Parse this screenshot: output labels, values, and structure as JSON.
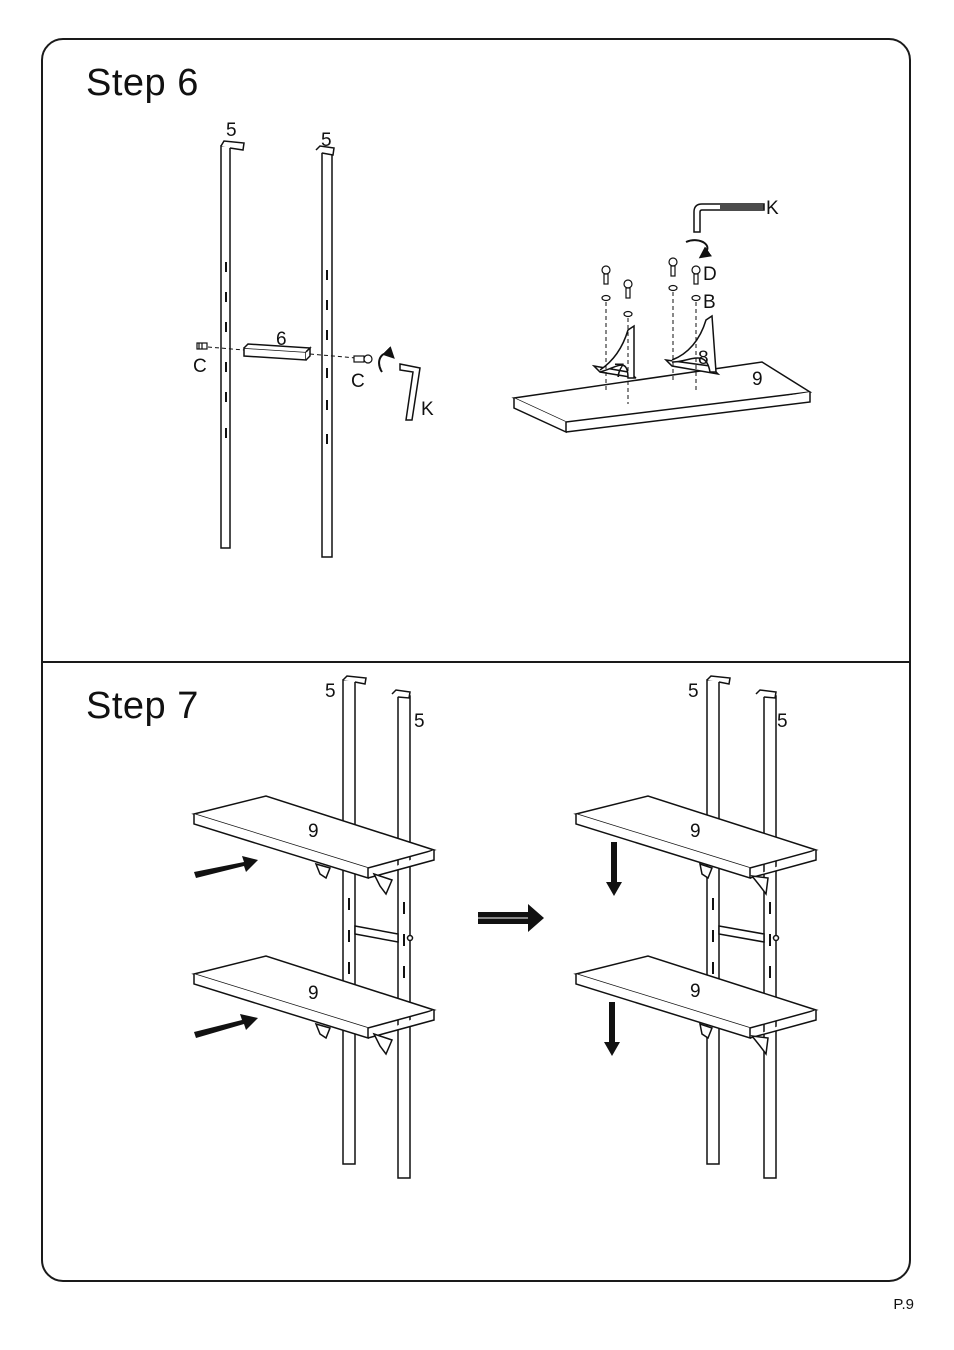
{
  "step6": {
    "title": "Step  6",
    "labels": {
      "post_left": "5",
      "post_right": "5",
      "rail": "6",
      "screw_left": "C",
      "screw_right": "C",
      "wrench_left": "K",
      "wrench_right": "K",
      "bolt": "D",
      "washer": "B",
      "bracket_left": "7",
      "bracket_right": "8",
      "shelf": "9"
    }
  },
  "step7": {
    "title": "Step  7",
    "labels": {
      "a_post_left": "5",
      "a_post_right": "5",
      "a_shelf_top": "9",
      "a_shelf_bottom": "9",
      "b_post_left": "5",
      "b_post_right": "5",
      "b_shelf_top": "9",
      "b_shelf_bottom": "9"
    }
  },
  "page_number": "P.9"
}
